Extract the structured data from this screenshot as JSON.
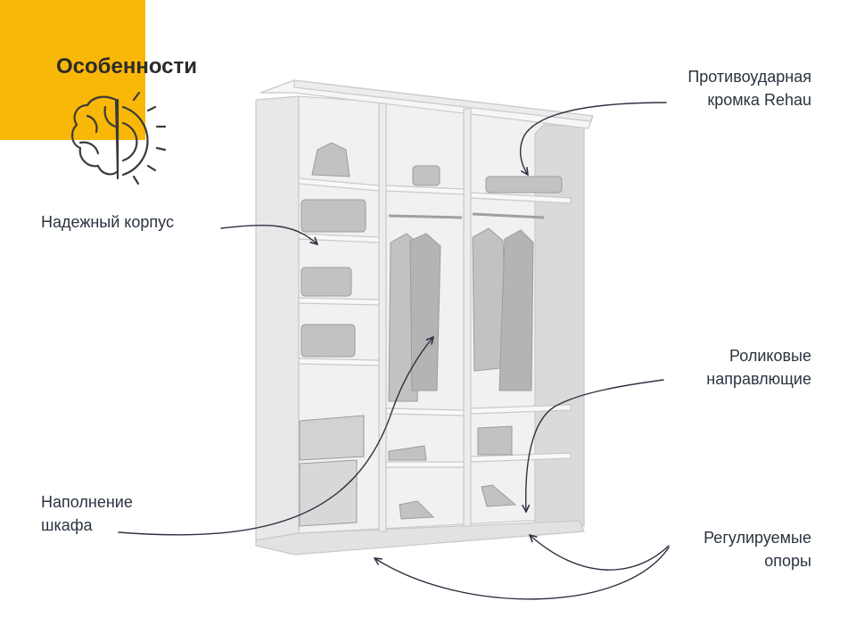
{
  "header": {
    "title": "Особенности"
  },
  "features": [
    {
      "id": "korpus",
      "lines": [
        "Надежный корпус"
      ]
    },
    {
      "id": "napolnenie",
      "lines": [
        "Наполнение",
        "шкафа"
      ]
    },
    {
      "id": "kromka",
      "lines": [
        "Противоударная",
        "кромка Rehau"
      ]
    },
    {
      "id": "rolik",
      "lines": [
        "Роликовые",
        "направлющие"
      ]
    },
    {
      "id": "opory",
      "lines": [
        "Регулируемые",
        "опоры"
      ]
    }
  ],
  "icons": {
    "brand": "brain-gear-icon"
  },
  "colors": {
    "accent": "#f9b707",
    "text": "#2b3340",
    "line": "#2b3340"
  }
}
